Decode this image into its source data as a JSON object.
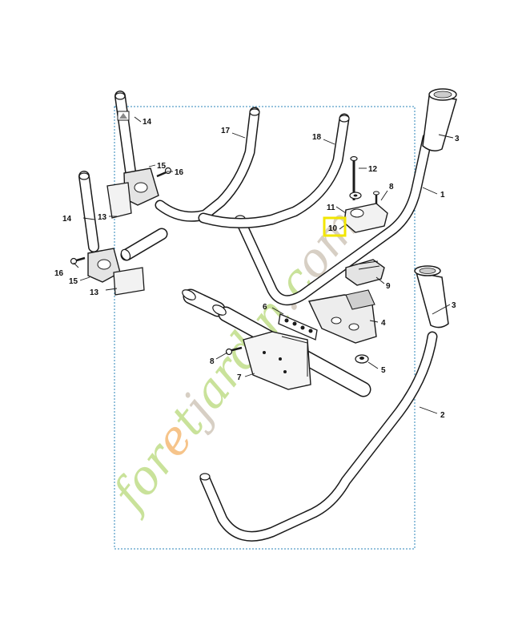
{
  "diagram": {
    "parts": [
      {
        "id": "1",
        "label": "1"
      },
      {
        "id": "2",
        "label": "2"
      },
      {
        "id": "3a",
        "label": "3"
      },
      {
        "id": "3b",
        "label": "3"
      },
      {
        "id": "4",
        "label": "4"
      },
      {
        "id": "5",
        "label": "5"
      },
      {
        "id": "6",
        "label": "6"
      },
      {
        "id": "7",
        "label": "7"
      },
      {
        "id": "8a",
        "label": "8"
      },
      {
        "id": "8b",
        "label": "8"
      },
      {
        "id": "9",
        "label": "9"
      },
      {
        "id": "10",
        "label": "10"
      },
      {
        "id": "11",
        "label": "11"
      },
      {
        "id": "12",
        "label": "12"
      },
      {
        "id": "13a",
        "label": "13"
      },
      {
        "id": "13b",
        "label": "13"
      },
      {
        "id": "14a",
        "label": "14"
      },
      {
        "id": "14b",
        "label": "14"
      },
      {
        "id": "15a",
        "label": "15"
      },
      {
        "id": "15b",
        "label": "15"
      },
      {
        "id": "16a",
        "label": "16"
      },
      {
        "id": "16b",
        "label": "16"
      },
      {
        "id": "17",
        "label": "17"
      },
      {
        "id": "18",
        "label": "18"
      }
    ],
    "highlighted_part": "10",
    "highlight_color": "#f2e600",
    "line_color": "#1a1a1a",
    "frame_color": "#2b86b8"
  },
  "watermark": {
    "segments": [
      {
        "text": "for",
        "color": "#c9e29a"
      },
      {
        "text": "e",
        "color": "#f6c48a"
      },
      {
        "text": "t",
        "color": "#c9e29a"
      },
      {
        "text": "j",
        "color": "#d7cfc4"
      },
      {
        "text": "ardin",
        "color": "#c9e29a"
      },
      {
        "text": ".",
        "color": "#d7cfc4"
      },
      {
        "text": "c",
        "color": "#c9e29a"
      },
      {
        "text": "om",
        "color": "#d7cfc4"
      }
    ]
  }
}
